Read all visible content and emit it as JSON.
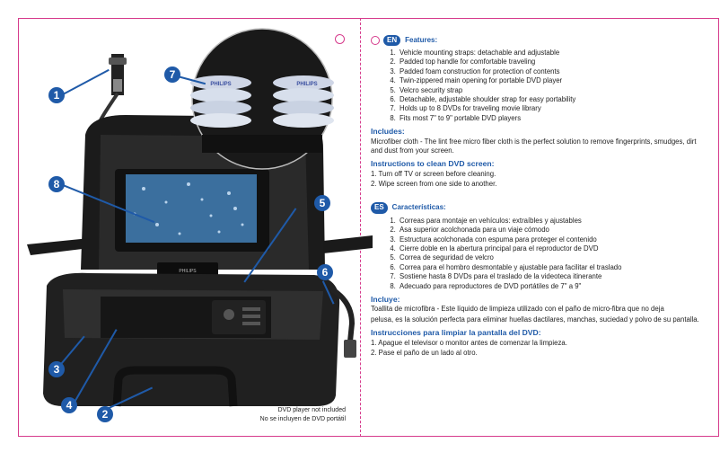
{
  "colors": {
    "frame": "#d63b8c",
    "accent": "#1f5aa8"
  },
  "callouts": [
    "1",
    "2",
    "3",
    "4",
    "5",
    "6",
    "7",
    "8"
  ],
  "photo": {
    "disc_label": "PHILIPS",
    "device_label": "PHILIPS",
    "note_en": "DVD player not included",
    "note_es": "No se incluyen de DVD portátil"
  },
  "en": {
    "badge": "EN",
    "title": "Features:",
    "features": [
      "Vehicle mounting straps: detachable and adjustable",
      "Padded top handle for comfortable traveling",
      "Padded foam construction for protection of contents",
      "Twin-zippered main opening for portable DVD player",
      "Velcro security strap",
      "Detachable, adjustable shoulder strap for easy portability",
      "Holds up to 8 DVDs for traveling movie library",
      "Fits most 7\" to 9\" portable DVD players"
    ],
    "includes_title": "Includes:",
    "includes_text": "Microfiber cloth - The lint free micro fiber cloth is the perfect solution to remove fingerprints, smudges, dirt and dust from your screen.",
    "clean_title": "Instructions to clean DVD screen:",
    "clean_steps": [
      "1. Turn off TV or screen before cleaning.",
      "2. Wipe screen from one side to another."
    ]
  },
  "es": {
    "badge": "ES",
    "title": "Características:",
    "features": [
      "Correas para montaje en vehículos: extraíbles y ajustables",
      "Asa superior acolchonada para un viaje cómodo",
      "Estructura acolchonada con espuma para proteger el contenido",
      "Cierre doble en la abertura principal para el reproductor de DVD",
      "Correa de seguridad de velcro",
      "Correa para el hombro desmontable y ajustable para facilitar el traslado",
      "Sostiene hasta 8 DVDs para el traslado de la videoteca itinerante",
      "Adecuado para reproductores de DVD portátiles de 7\" a 9\""
    ],
    "includes_title": "Incluye:",
    "includes_line1": "Toallita de microfibra - Este líquido de limpieza utilizado con el paño de micro-fibra que no deja",
    "includes_line2": "pelusa, es la solución perfecta para eliminar huellas dactilares, manchas, suciedad y polvo de su pantalla.",
    "clean_title": "Instrucciones para limpiar la pantalla del DVD:",
    "clean_steps": [
      "1. Apague el televisor o monitor antes de comenzar la limpieza.",
      "2. Pase el paño de un lado al otro."
    ]
  }
}
